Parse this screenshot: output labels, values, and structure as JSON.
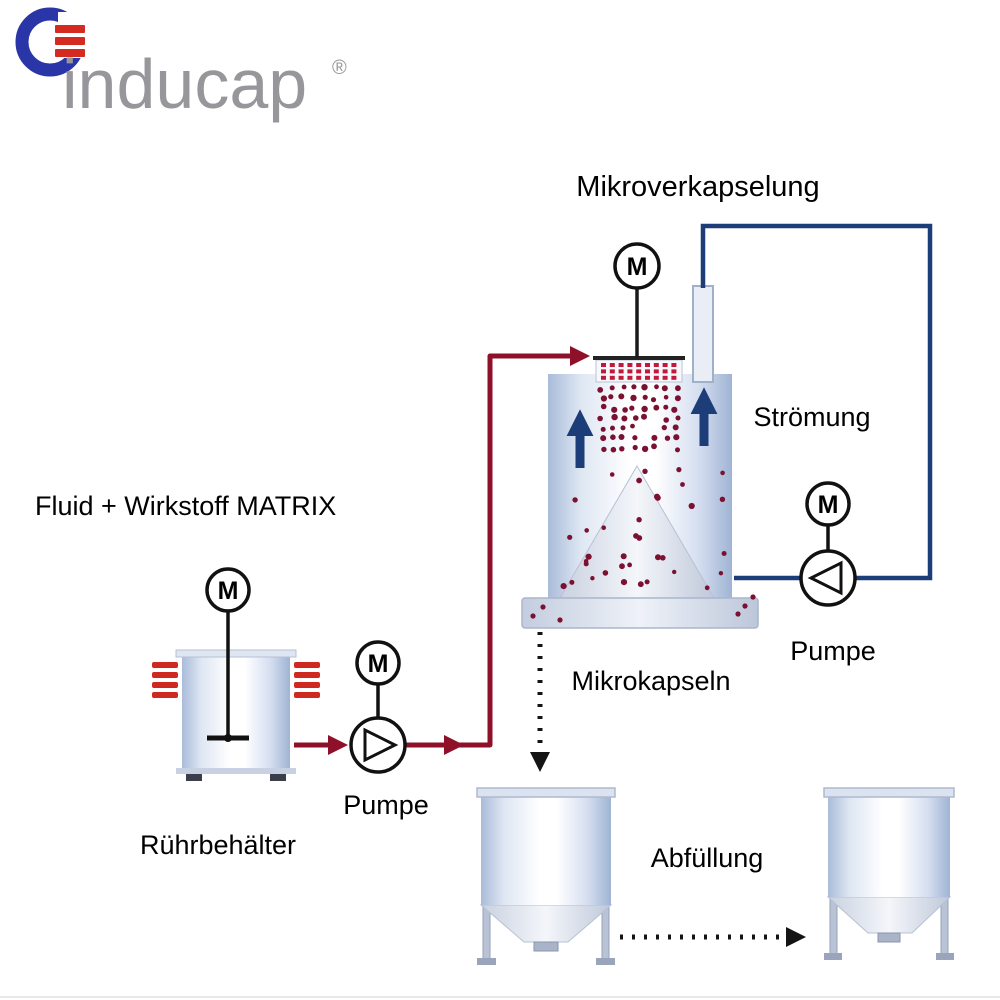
{
  "logo": {
    "brand": "inducap",
    "registered": "®"
  },
  "diagram": {
    "title": "Mikroverkapselung",
    "input_label": "Fluid + Wirkstoff  MATRIX",
    "flow_label": "Strömung",
    "pump_right_label": "Pumpe",
    "pump_left_label": "Pumpe",
    "capsules_label": "Mikrokapseln",
    "stirring_vessel_label": "Rührbehälter",
    "filling_label": "Abfüllung",
    "motor_label": "M"
  },
  "colors": {
    "flow_red": "#8e1029",
    "flow_blue": "#1c3d77",
    "particle_dot": "#7c1031",
    "coil_red": "#cf2820",
    "distributor_red": "#c0193a",
    "logo_gray": "#97979b",
    "logo_blue": "#2a35a8",
    "logo_red": "#d42a20",
    "vessel_edge": "#a9bcd9"
  }
}
